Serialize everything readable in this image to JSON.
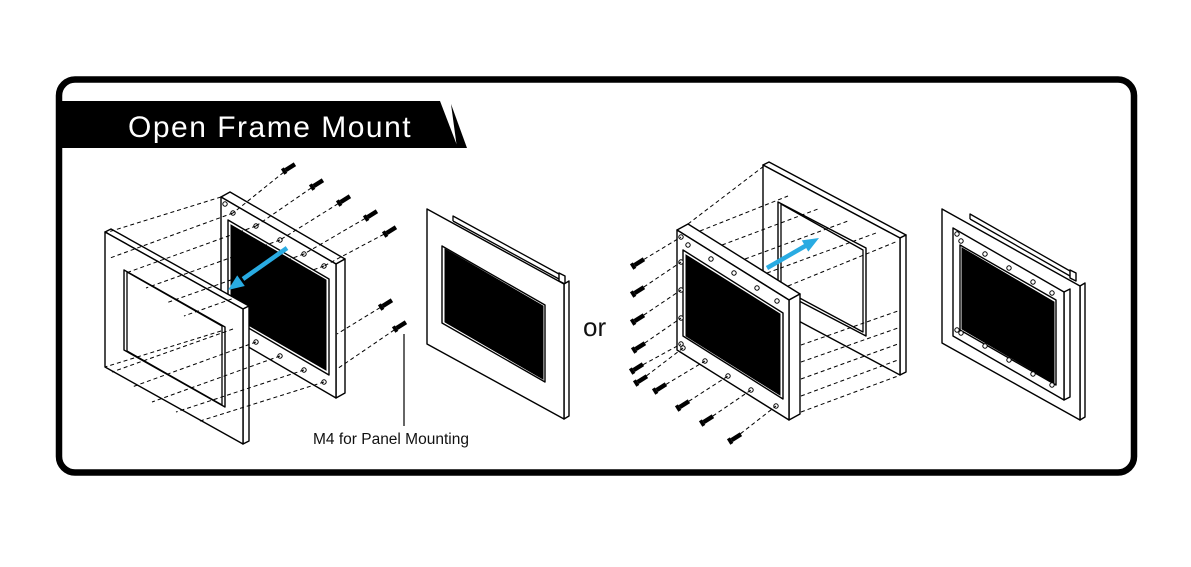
{
  "title_banner": {
    "label": "Open Frame Mount"
  },
  "divider": {
    "label": "or"
  },
  "annotation": {
    "label": "M4 for Panel Mounting"
  },
  "colors": {
    "accent_arrow": "#29ABE2",
    "line": "#000000",
    "screen_fill": "#000000",
    "banner_bg": "#000000",
    "banner_text": "#FFFFFF",
    "background": "#FFFFFF"
  },
  "icons": {
    "arrow_left": "insert-direction-arrow",
    "arrow_right": "insert-direction-arrow",
    "screw": "m4-screw"
  },
  "structure": {
    "methods_shown": 2,
    "left_view_screw_count": 7,
    "right_view_screw_count": 10
  }
}
